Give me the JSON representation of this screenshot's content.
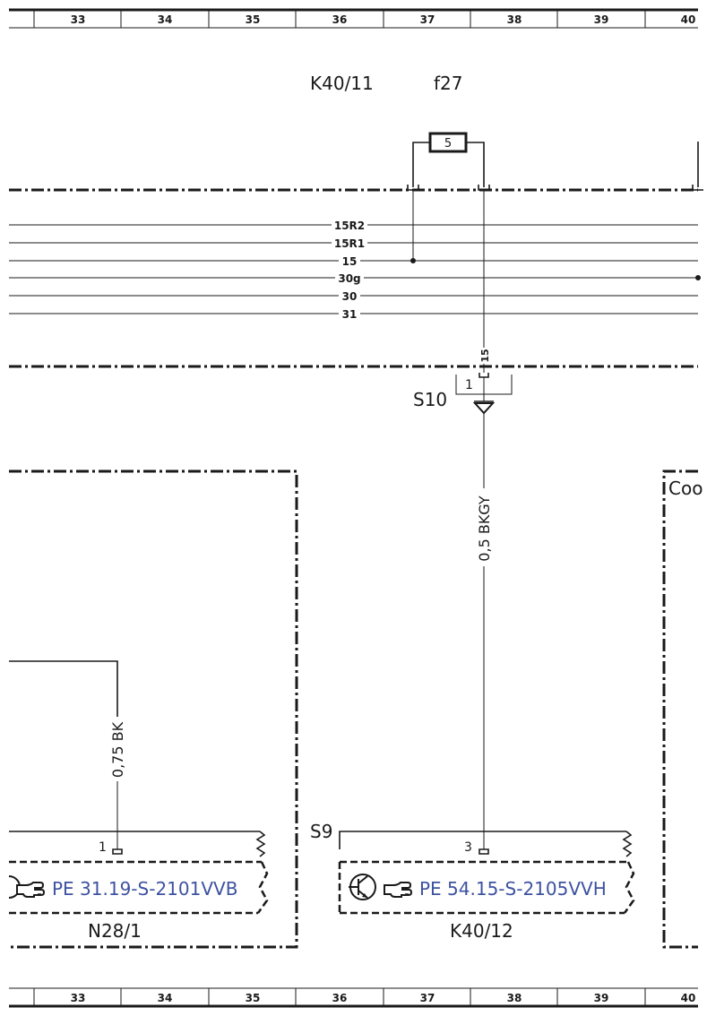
{
  "grid": {
    "columns": [
      "33",
      "34",
      "35",
      "36",
      "37",
      "38",
      "39",
      "40"
    ]
  },
  "fuse_box": {
    "label": "K40/11",
    "fuse_label": "f27",
    "fuse_value": "5"
  },
  "buses": [
    {
      "label": "15R2"
    },
    {
      "label": "15R1"
    },
    {
      "label": "15"
    },
    {
      "label": "30g"
    },
    {
      "label": "30"
    },
    {
      "label": "31"
    }
  ],
  "connectors": {
    "s10": {
      "label": "S10",
      "pin": "1",
      "terminal": "15"
    },
    "s9": {
      "label": "S9"
    }
  },
  "wires": {
    "right": "0,5 BKGY",
    "left": "0,75 BK"
  },
  "components": {
    "left": {
      "label": "N28/1",
      "pin": "1",
      "ref": "PE 31.19-S-2101VVB"
    },
    "middle": {
      "label": "K40/12",
      "pin": "3",
      "ref": "PE 54.15-S-2105VVH"
    },
    "right": {
      "label_partial": "Coo"
    }
  },
  "icons": [
    "hand-pointer-icon",
    "transistor-icon",
    "ground-symbol-icon",
    "fuse-icon"
  ]
}
